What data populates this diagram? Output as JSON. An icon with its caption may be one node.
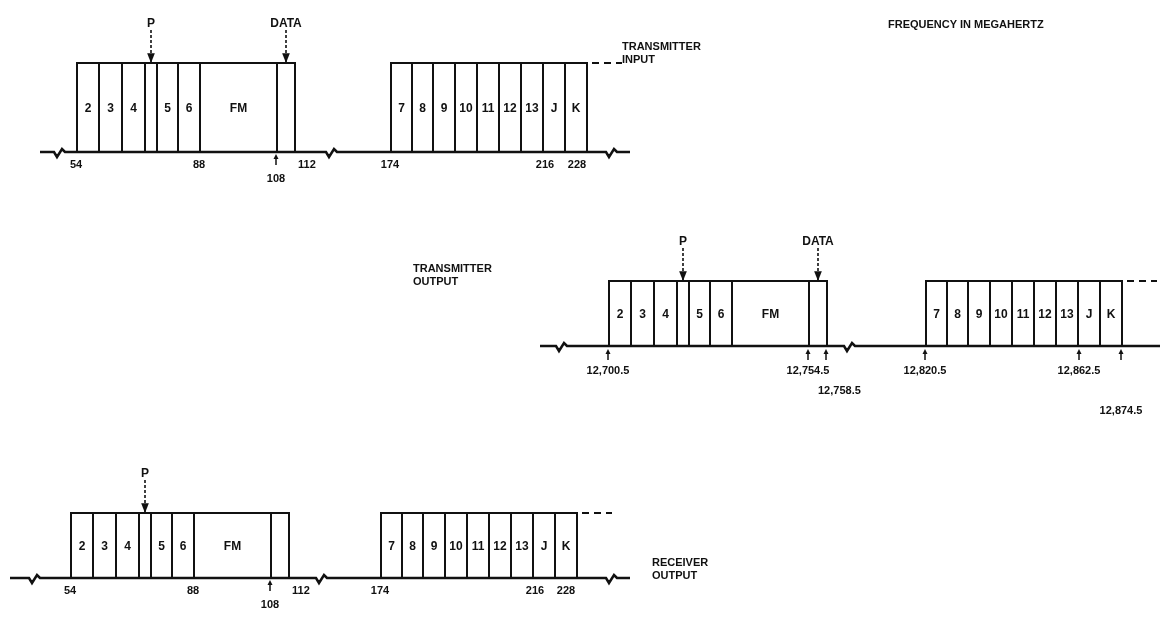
{
  "diagram": {
    "nodes": [
      {
        "text": [
          "P"
        ]
      },
      {
        "text": [
          "DATA"
        ]
      },
      {
        "text": [
          "2"
        ]
      },
      {
        "text": [
          "3"
        ]
      },
      {
        "text": [
          "4"
        ]
      },
      {
        "text": [],
        "shape": "box"
      },
      {
        "text": [
          "5"
        ]
      },
      {
        "text": [
          "6"
        ]
      },
      {
        "text": [
          "FM"
        ]
      },
      {
        "text": [],
        "shape": "box"
      },
      {
        "text": [
          "7"
        ]
      },
      {
        "text": [
          "8"
        ]
      },
      {
        "text": [
          "9"
        ]
      },
      {
        "text": [
          "10"
        ]
      },
      {
        "text": [
          "11"
        ]
      },
      {
        "text": [
          "12"
        ]
      },
      {
        "text": [
          "13"
        ]
      },
      {
        "text": [
          "J"
        ]
      },
      {
        "text": [
          "K"
        ]
      },
      {
        "text": [
          "P"
        ]
      },
      {
        "text": [
          "DATA"
        ]
      },
      {
        "text": [
          "2"
        ]
      },
      {
        "text": [
          "3"
        ]
      },
      {
        "text": [
          "4"
        ]
      },
      {
        "text": [],
        "shape": "box"
      },
      {
        "text": [
          "5"
        ]
      },
      {
        "text": [
          "6"
        ]
      },
      {
        "text": [
          "FM"
        ]
      },
      {
        "text": [],
        "shape": "box"
      },
      {
        "text": [
          "7"
        ]
      },
      {
        "text": [
          "8"
        ]
      },
      {
        "text": [
          "9"
        ]
      },
      {
        "text": [
          "10"
        ]
      },
      {
        "text": [
          "11"
        ]
      },
      {
        "text": [
          "12"
        ]
      },
      {
        "text": [
          "13"
        ]
      },
      {
        "text": [
          "J"
        ]
      },
      {
        "text": [
          "K"
        ]
      },
      {
        "text": [
          "P"
        ]
      },
      {
        "text": [
          "2"
        ]
      },
      {
        "text": [
          "3"
        ]
      },
      {
        "text": [
          "4"
        ]
      },
      {
        "text": [],
        "shape": "box"
      },
      {
        "text": [
          "5"
        ]
      },
      {
        "text": [
          "6"
        ]
      },
      {
        "text": [
          "FM"
        ]
      },
      {
        "text": [],
        "shape": "box"
      },
      {
        "text": [
          "7"
        ]
      },
      {
        "text": [
          "8"
        ]
      },
      {
        "text": [
          "9"
        ]
      },
      {
        "text": [
          "10"
        ]
      },
      {
        "text": [
          "11"
        ]
      },
      {
        "text": [
          "12"
        ]
      },
      {
        "text": [
          "13"
        ]
      },
      {
        "text": [
          "J"
        ]
      },
      {
        "text": [
          "K"
        ]
      }
    ],
    "edges": [
      {
        "from": 0,
        "to": 5,
        "arrow": "to"
      },
      {
        "from": 1,
        "to": 9,
        "arrow": "to"
      },
      {
        "from": 19,
        "to": 24,
        "arrow": "to"
      },
      {
        "from": 20,
        "to": 28,
        "arrow": "to"
      },
      {
        "from": 38,
        "to": 42,
        "arrow": "to"
      }
    ],
    "labels": [
      "FREQUENCY IN MEGAHERTZ",
      "TRANSMITTER INPUT",
      "54",
      "88",
      "112",
      "174",
      "216",
      "228",
      "108",
      "TRANSMITTER OUTPUT",
      "12,700.5",
      "12,754.5",
      "12,820.5",
      "12,862.5",
      "12,758.5",
      "12,874.5",
      "RECEIVER OUTPUT",
      "54",
      "88",
      "112",
      "174",
      "216",
      "228",
      "108"
    ]
  }
}
